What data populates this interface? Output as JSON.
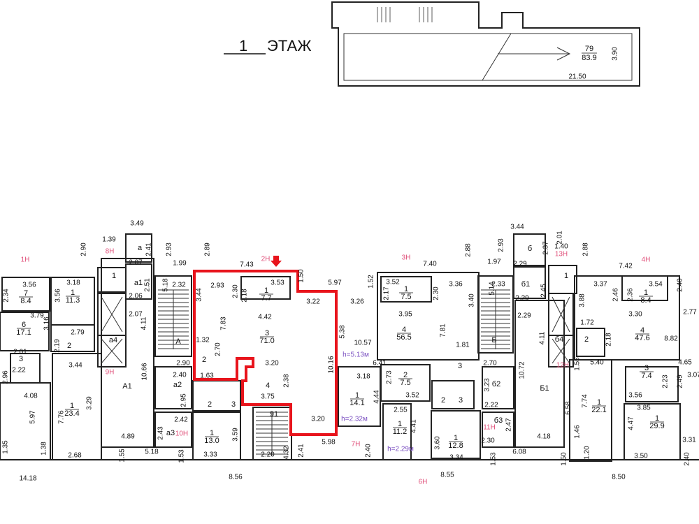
{
  "title": {
    "number": "1",
    "word": "ЭТАЖ"
  },
  "top_plan": {
    "room_number": "79",
    "area": "83.9",
    "width": "21.50",
    "depth": "3.90"
  },
  "highlight_color": "#e8141c",
  "units": [
    "1Н",
    "8Н",
    "9Н",
    "10Н",
    "2Н",
    "7Н",
    "3Н",
    "6Н",
    "11Н",
    "13Н",
    "12Н",
    "4Н"
  ],
  "rooms": [
    {
      "num": "7",
      "area": "8.4"
    },
    {
      "num": "1",
      "area": "11.3"
    },
    {
      "num": "6",
      "area": "17.1"
    },
    {
      "num": "1",
      "area": "23.4"
    },
    {
      "num": "1",
      "area": "7.7"
    },
    {
      "num": "3",
      "area": "71.0"
    },
    {
      "num": "1",
      "area": "14.1"
    },
    {
      "num": "1",
      "area": "13.0"
    },
    {
      "num": "1",
      "area": "7.5"
    },
    {
      "num": "4",
      "area": "56.5"
    },
    {
      "num": "2",
      "area": "7.5"
    },
    {
      "num": "1",
      "area": "11.2"
    },
    {
      "num": "1",
      "area": "12.8"
    },
    {
      "num": "1",
      "area": "8.4"
    },
    {
      "num": "4",
      "area": "47.6"
    },
    {
      "num": "3",
      "area": "7.4"
    },
    {
      "num": "1",
      "area": "22.1"
    },
    {
      "num": "1",
      "area": "29.9"
    }
  ],
  "letters": [
    "1",
    "а",
    "а1",
    "а4",
    "2",
    "3",
    "А1",
    "а2",
    "а3",
    "А",
    "2",
    "4",
    "2",
    "3",
    "91",
    "б",
    "б1",
    "Б",
    "3",
    "б2",
    "2",
    "3",
    "б3",
    "1",
    "2",
    "б4",
    "Б1"
  ],
  "heights": [
    "h=5.13м",
    "h=2.32м",
    "h=2.29м"
  ],
  "dimensions": [
    "3.49",
    "1.39",
    "2.90",
    "2.41",
    "2.07",
    "3.56",
    "2.34",
    "3.18",
    "3.56",
    "2.51",
    "2.06",
    "2.07",
    "4.11",
    "3.79",
    "3.16",
    "2.79",
    "2.19",
    "2.01",
    "2.22",
    "2.96",
    "3.44",
    "10.66",
    "2.40",
    "2.95",
    "4.08",
    "3.29",
    "5.97",
    "7.76",
    "2.42",
    "2.43",
    "4.89",
    "5.18",
    "1.35",
    "1.38",
    "2.68",
    "1.55",
    "1.53",
    "14.18",
    "2.93",
    "2.89",
    "1.99",
    "2.32",
    "5.18",
    "2.90",
    "7.43",
    "1.50",
    "2.93",
    "2.30",
    "2.18",
    "3.53",
    "3.22",
    "5.97",
    "3.26",
    "1.52",
    "3.44",
    "7.83",
    "4.42",
    "5.38",
    "10.57",
    "6.41",
    "10.16",
    "1.32",
    "2.70",
    "1.63",
    "3.20",
    "2.38",
    "3.75",
    "3.18",
    "4.44",
    "3.20",
    "3.59",
    "5.98",
    "3.33",
    "2.20",
    "4.32",
    "2.41",
    "2.40",
    "8.56",
    "3.44",
    "2.37",
    "2.93",
    "2.88",
    "7.40",
    "1.97",
    "2.29",
    "3.52",
    "2.17",
    "2.30",
    "3.36",
    "2.33",
    "5.14",
    "2.45",
    "2.29",
    "3.95",
    "2.29",
    "3.40",
    "7.81",
    "4.11",
    "1.81",
    "2.70",
    "10.72",
    "2.73",
    "3.52",
    "3.23",
    "2.22",
    "2.55",
    "4.41",
    "2.47",
    "3.60",
    "2.30",
    "3.34",
    "1.53",
    "6.08",
    "8.55",
    "2.01",
    "1.40",
    "2.88",
    "7.42",
    "3.37",
    "3.54",
    "2.40",
    "2.46",
    "2.36",
    "3.30",
    "2.77",
    "3.88",
    "1.72",
    "2.18",
    "8.82",
    "5.40",
    "4.65",
    "1.55",
    "3.07",
    "2.23",
    "2.49",
    "3.56",
    "6.58",
    "7.74",
    "3.85",
    "4.47",
    "1.46",
    "4.18",
    "3.31",
    "1.20",
    "1.50",
    "3.50",
    "2.40",
    "8.50"
  ]
}
